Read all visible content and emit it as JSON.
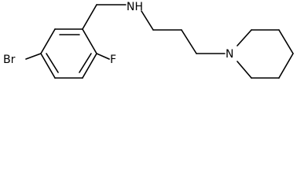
{
  "molecule": {
    "atoms": {
      "bromine": "Br",
      "fluorine": "F",
      "amine": "NH",
      "piperidine_nitrogen": "N"
    }
  },
  "colors": {
    "background": "#ffffff",
    "bond": "#000000",
    "label": "#000000"
  }
}
